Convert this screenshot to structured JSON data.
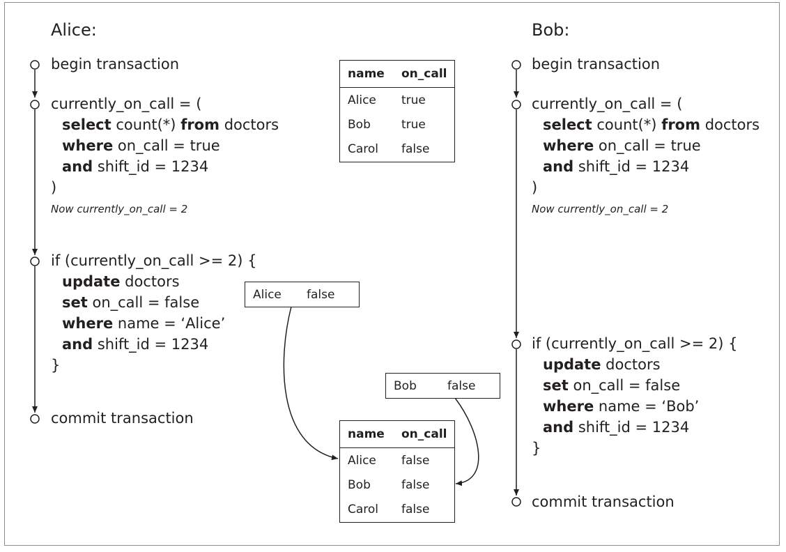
{
  "alice": {
    "title": "Alice:",
    "begin": "begin transaction",
    "q_open": "currently_on_call = (",
    "kw_select": "select",
    "q_count": "count(*)",
    "kw_from": "from",
    "q_doctors": "doctors",
    "kw_where": "where",
    "q_where_cond": "on_call = true",
    "kw_and": "and",
    "q_shift": "shift_id = 1234",
    "q_close": ")",
    "note": "Now currently_on_call = 2",
    "if_line": "if (currently_on_call >= 2) {",
    "kw_update": "update",
    "u_doctors": "doctors",
    "kw_set": "set",
    "u_set": "on_call = false",
    "kw_where2": "where",
    "u_where": "name = ‘Alice’",
    "kw_and2": "and",
    "u_shift": "shift_id = 1234",
    "brace_close": "}",
    "commit": "commit transaction"
  },
  "bob": {
    "title": "Bob:",
    "begin": "begin transaction",
    "q_open": "currently_on_call = (",
    "kw_select": "select",
    "q_count": "count(*)",
    "kw_from": "from",
    "q_doctors": "doctors",
    "kw_where": "where",
    "q_where_cond": "on_call = true",
    "kw_and": "and",
    "q_shift": "shift_id = 1234",
    "q_close": ")",
    "note": "Now currently_on_call = 2",
    "if_line": "if (currently_on_call >= 2) {",
    "kw_update": "update",
    "u_doctors": "doctors",
    "kw_set": "set",
    "u_set": "on_call = false",
    "kw_where2": "where",
    "u_where": "name = ‘Bob’",
    "kw_and2": "and",
    "u_shift": "shift_id = 1234",
    "brace_close": "}",
    "commit": "commit transaction"
  },
  "table_before": {
    "headers": [
      "name",
      "on_call"
    ],
    "rows": [
      [
        "Alice",
        "true"
      ],
      [
        "Bob",
        "true"
      ],
      [
        "Carol",
        "false"
      ]
    ]
  },
  "table_after": {
    "headers": [
      "name",
      "on_call"
    ],
    "rows": [
      [
        "Alice",
        "false"
      ],
      [
        "Bob",
        "false"
      ],
      [
        "Carol",
        "false"
      ]
    ]
  },
  "write_alice": [
    "Alice",
    "false"
  ],
  "write_bob": [
    "Bob",
    "false"
  ]
}
